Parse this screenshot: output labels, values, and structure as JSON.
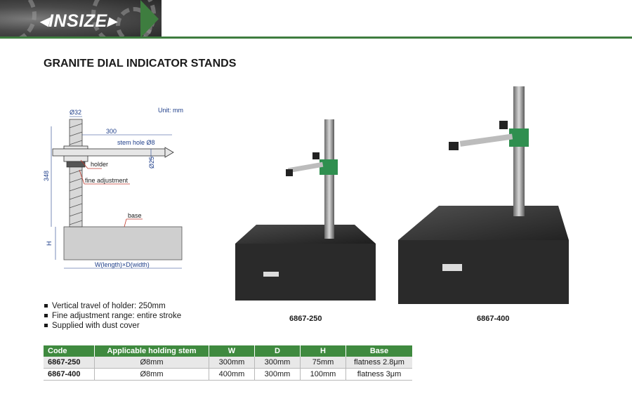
{
  "brand": {
    "name": "INSIZE"
  },
  "page": {
    "title": "GRANITE DIAL INDICATOR STANDS"
  },
  "diagram": {
    "unit": "Unit: mm",
    "dim_stem": "Ø32",
    "dim_length": "300",
    "dim_height": "348",
    "dim_bar": "Ø25",
    "dim_base_height": "H",
    "dim_base_width": "W(length)×D(width)",
    "label_stem_hole": "stem hole Ø8",
    "label_holder": "holder",
    "label_fine_adjustment": "fine adjustment",
    "label_base": "base"
  },
  "products": [
    {
      "code": "6867-250"
    },
    {
      "code": "6867-400"
    }
  ],
  "features": [
    "Vertical travel of holder: 250mm",
    "Fine adjustment range: entire stroke",
    "Supplied with dust cover"
  ],
  "table": {
    "headers": [
      "Code",
      "Applicable holding stem",
      "W",
      "D",
      "H",
      "Base"
    ],
    "rows": [
      [
        "6867-250",
        "Ø8mm",
        "300mm",
        "300mm",
        "75mm",
        "flatness 2.8μm"
      ],
      [
        "6867-400",
        "Ø8mm",
        "400mm",
        "300mm",
        "100mm",
        "flatness 3μm"
      ]
    ]
  },
  "colors": {
    "brand_green": "#3e7d3f",
    "table_header": "#3f8a3f",
    "dimension_blue": "#1f3f8a"
  }
}
